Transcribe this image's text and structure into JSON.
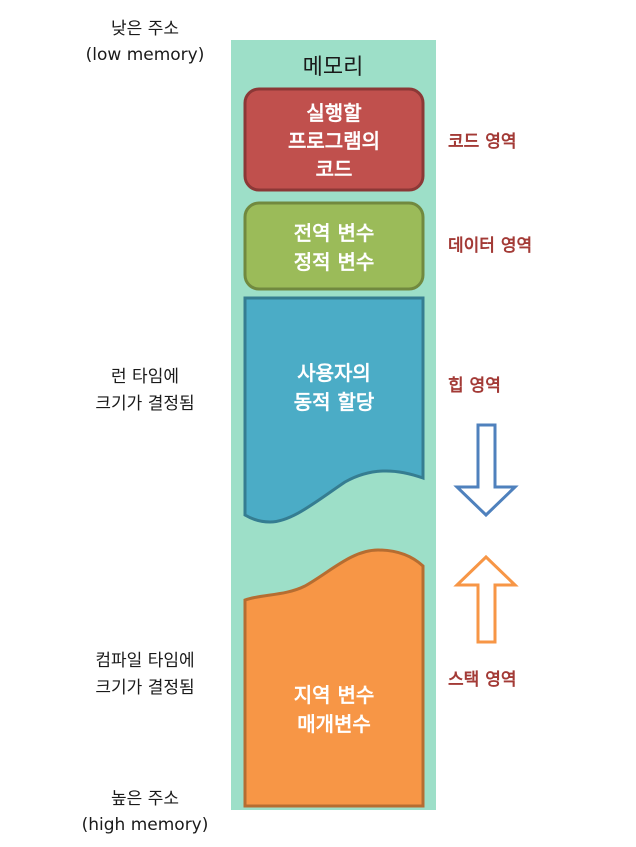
{
  "memory": {
    "title": "메모리",
    "background_color": "#9ddfc8"
  },
  "addresses": {
    "low": {
      "line1": "낮은 주소",
      "line2": "(low memory)"
    },
    "high": {
      "line1": "높은 주소",
      "line2": "(high memory)"
    }
  },
  "notes": {
    "runtime": {
      "line1": "런 타임에",
      "line2": "크기가 결정됨"
    },
    "compile": {
      "line1": "컴파일 타임에",
      "line2": "크기가 결정됨"
    }
  },
  "blocks": {
    "code": {
      "lines": [
        "실행할",
        "프로그램의",
        "코드"
      ],
      "fill": "#c0504d",
      "stroke": "#8c3836"
    },
    "data": {
      "lines": [
        "전역 변수",
        "정적 변수"
      ],
      "fill": "#9bbb59",
      "stroke": "#71893f"
    },
    "heap": {
      "lines": [
        "사용자의",
        "동적 할당"
      ],
      "fill": "#4bacc6",
      "stroke": "#357d91"
    },
    "stack": {
      "lines": [
        "지역 변수",
        "매개변수"
      ],
      "fill": "#f79646",
      "stroke": "#b66d31"
    }
  },
  "regions": {
    "code": {
      "label": "코드 영역",
      "color": "#a33a36"
    },
    "data": {
      "label": "데이터 영역",
      "color": "#a33a36"
    },
    "heap": {
      "label": "힙 영역",
      "color": "#a33a36"
    },
    "stack": {
      "label": "스택 영역",
      "color": "#a33a36"
    }
  },
  "arrows": {
    "heap_growth": {
      "direction": "down",
      "color": "#4f81bd"
    },
    "stack_growth": {
      "direction": "up",
      "color": "#f79646"
    }
  }
}
